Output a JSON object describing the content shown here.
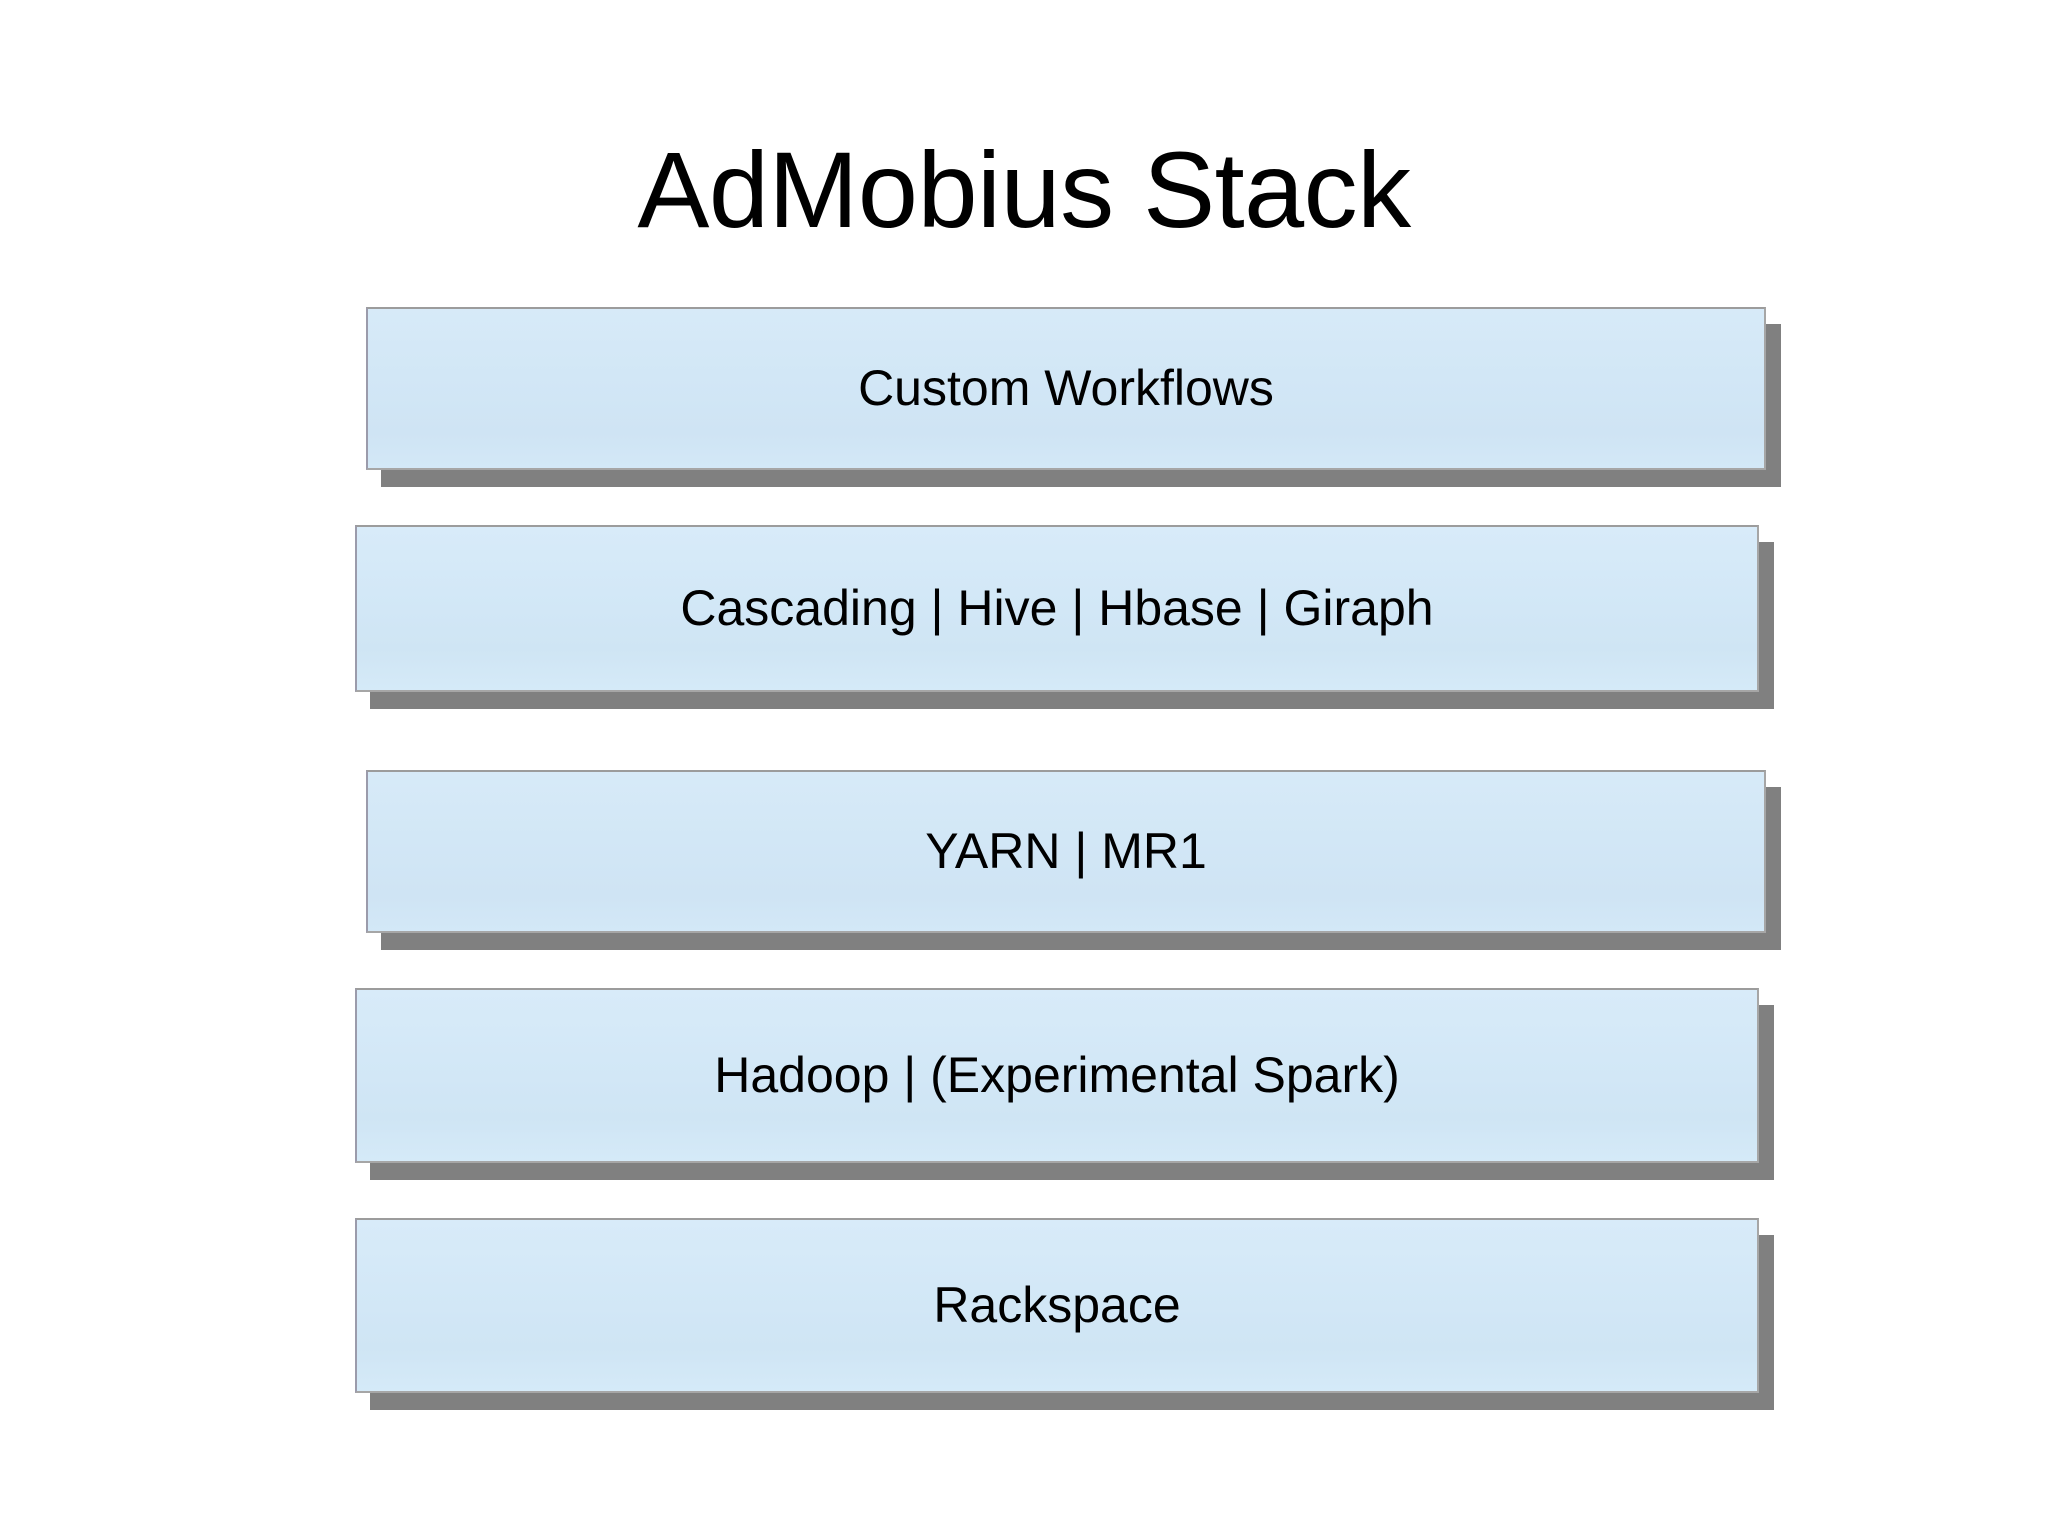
{
  "slide": {
    "title": "AdMobius Stack",
    "background_color": "#ffffff",
    "box_fill_color": "#d2e7f6",
    "box_border_color": "#a6a6a6",
    "box_shadow_color": "#808080",
    "text_color": "#000000"
  },
  "stack": {
    "layers": [
      {
        "label": "Custom Workflows"
      },
      {
        "label": "Cascading | Hive | Hbase | Giraph"
      },
      {
        "label": "YARN | MR1"
      },
      {
        "label": "Hadoop | (Experimental Spark)"
      },
      {
        "label": "Rackspace"
      }
    ]
  }
}
